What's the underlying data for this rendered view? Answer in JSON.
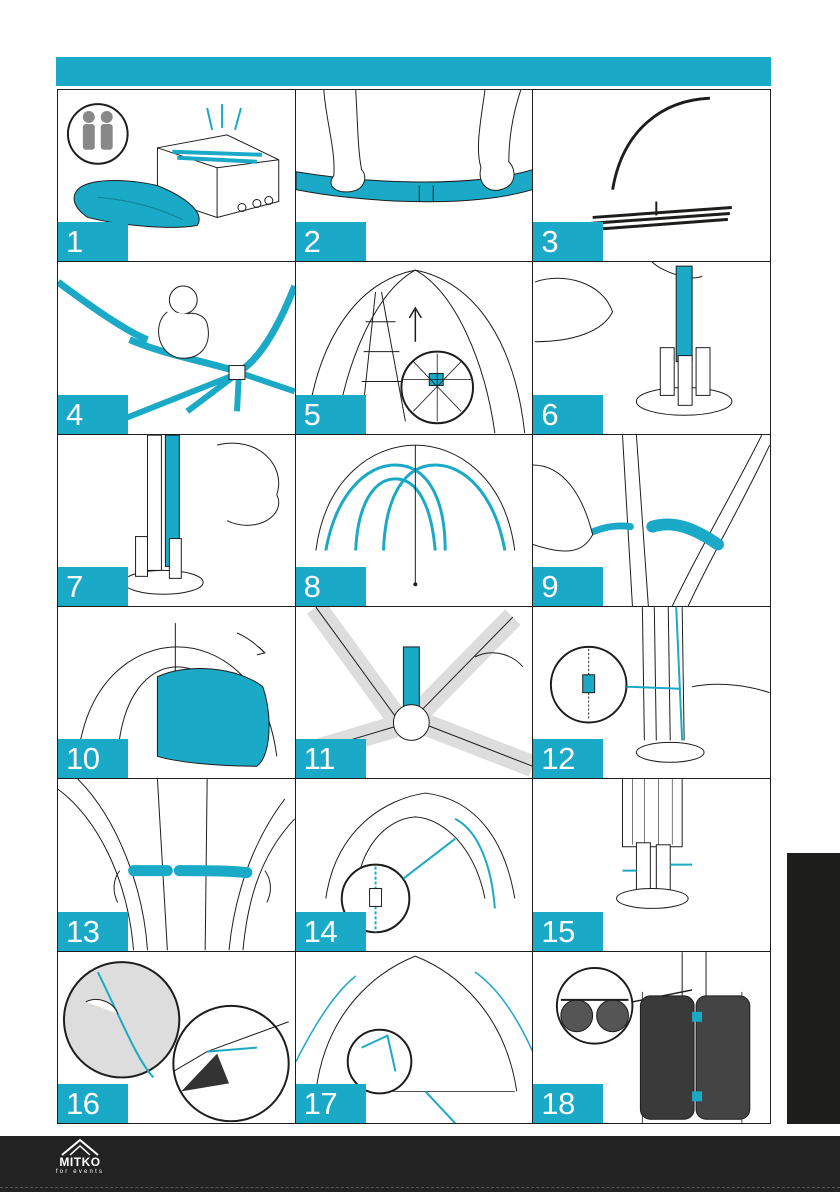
{
  "steps": [
    {
      "number": "1",
      "illustration": "unpacking-box"
    },
    {
      "number": "2",
      "illustration": "connecting-pole-sections"
    },
    {
      "number": "3",
      "illustration": "assembled-arch"
    },
    {
      "number": "4",
      "illustration": "attaching-arches-to-hub"
    },
    {
      "number": "5",
      "illustration": "raising-frame-ladder"
    },
    {
      "number": "6",
      "illustration": "inserting-leg-into-base"
    },
    {
      "number": "7",
      "illustration": "securing-pole-base"
    },
    {
      "number": "8",
      "illustration": "completed-frame"
    },
    {
      "number": "9",
      "illustration": "fitting-padding-sleeves"
    },
    {
      "number": "10",
      "illustration": "pulling-canopy-over-frame"
    },
    {
      "number": "11",
      "illustration": "attaching-canopy-at-top"
    },
    {
      "number": "12",
      "illustration": "zipping-canopy-at-leg"
    },
    {
      "number": "13",
      "illustration": "adjusting-sleeves"
    },
    {
      "number": "14",
      "illustration": "zipping-side-walls"
    },
    {
      "number": "15",
      "illustration": "fastening-at-base"
    },
    {
      "number": "16",
      "illustration": "tensioning-guy-rope"
    },
    {
      "number": "17",
      "illustration": "pegging-guy-ropes"
    },
    {
      "number": "18",
      "illustration": "filled-weight-bags"
    }
  ],
  "footer": {
    "brand": "MITKO",
    "tagline": "for events"
  },
  "colors": {
    "accent": "#1aa9c6",
    "line": "#1d1d1b",
    "dark": "#1d1d1b"
  }
}
